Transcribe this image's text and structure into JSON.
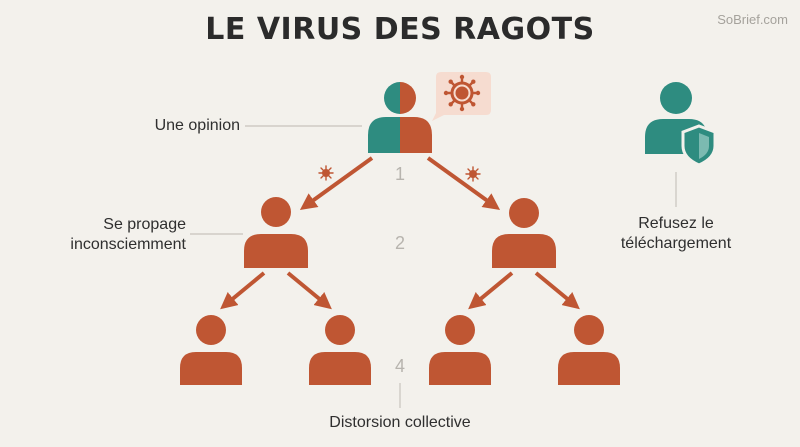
{
  "header": {
    "title": "LE VIRUS DES RAGOTS",
    "brand": "SoBrief.com"
  },
  "labels": {
    "opinion": "Une opinion",
    "spread_line1": "Se propage",
    "spread_line2": "inconsciemment",
    "refuse_line1": "Refusez le",
    "refuse_line2": "téléchargement",
    "distortion": "Distorsion collective"
  },
  "levels": [
    "1",
    "2",
    "4"
  ],
  "colors": {
    "teal": "#2e8c80",
    "rust": "#bf5633",
    "bubble": "#f6dcd0",
    "background": "#f3f1ec",
    "connector": "#c8c4bd"
  },
  "icons": [
    "person-icon",
    "virus-icon",
    "shield-icon",
    "speech-bubble-icon"
  ]
}
